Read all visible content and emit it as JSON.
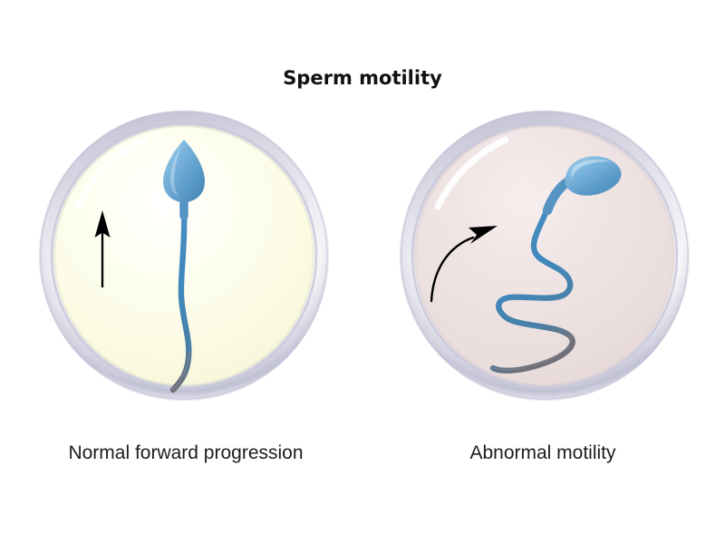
{
  "figure": {
    "title": "Sperm motility",
    "background_color": "#ffffff",
    "title_color": "#111111"
  },
  "panels": [
    {
      "id": "normal",
      "caption": "Normal forward progression",
      "dish": {
        "interior_color": "#fdfde8",
        "rim_color": "#c6c6d9",
        "rim_highlight_color": "#ffffff",
        "shape": "circle"
      },
      "arrow": {
        "name": "straight-up-arrow",
        "direction": "up",
        "color": "#000000"
      },
      "sperm": {
        "head_shape": "teardrop-upright",
        "head_color": "#65a4cf",
        "head_highlight_color": "#8fc4e4",
        "tail_color": "#3f88bd",
        "tail_tip_color": "#6f6f78",
        "tail_shape": "straight-gentle-s-curve",
        "orientation": "vertical-head-up"
      }
    },
    {
      "id": "abnormal",
      "caption": "Abnormal motility",
      "dish": {
        "interior_color": "#ece1e0",
        "rim_color": "#c6c6d9",
        "rim_highlight_color": "#ffffff",
        "shape": "circle"
      },
      "arrow": {
        "name": "curved-arrow",
        "direction": "curved-up-right",
        "color": "#000000"
      },
      "sperm": {
        "head_shape": "bulbous-tilted",
        "head_color": "#65a4cf",
        "head_highlight_color": "#8fc4e4",
        "tail_color": "#3f88bd",
        "tail_tip_color": "#6f6f78",
        "tail_shape": "coiled-sinusoidal-waves",
        "orientation": "tilted-head-upper-right"
      }
    }
  ],
  "chart_data": {
    "type": "diagram",
    "title": "Sperm motility",
    "categories": [
      "Normal forward progression",
      "Abnormal motility"
    ],
    "annotations": [
      "Normal forward progression",
      "Abnormal motility"
    ]
  }
}
